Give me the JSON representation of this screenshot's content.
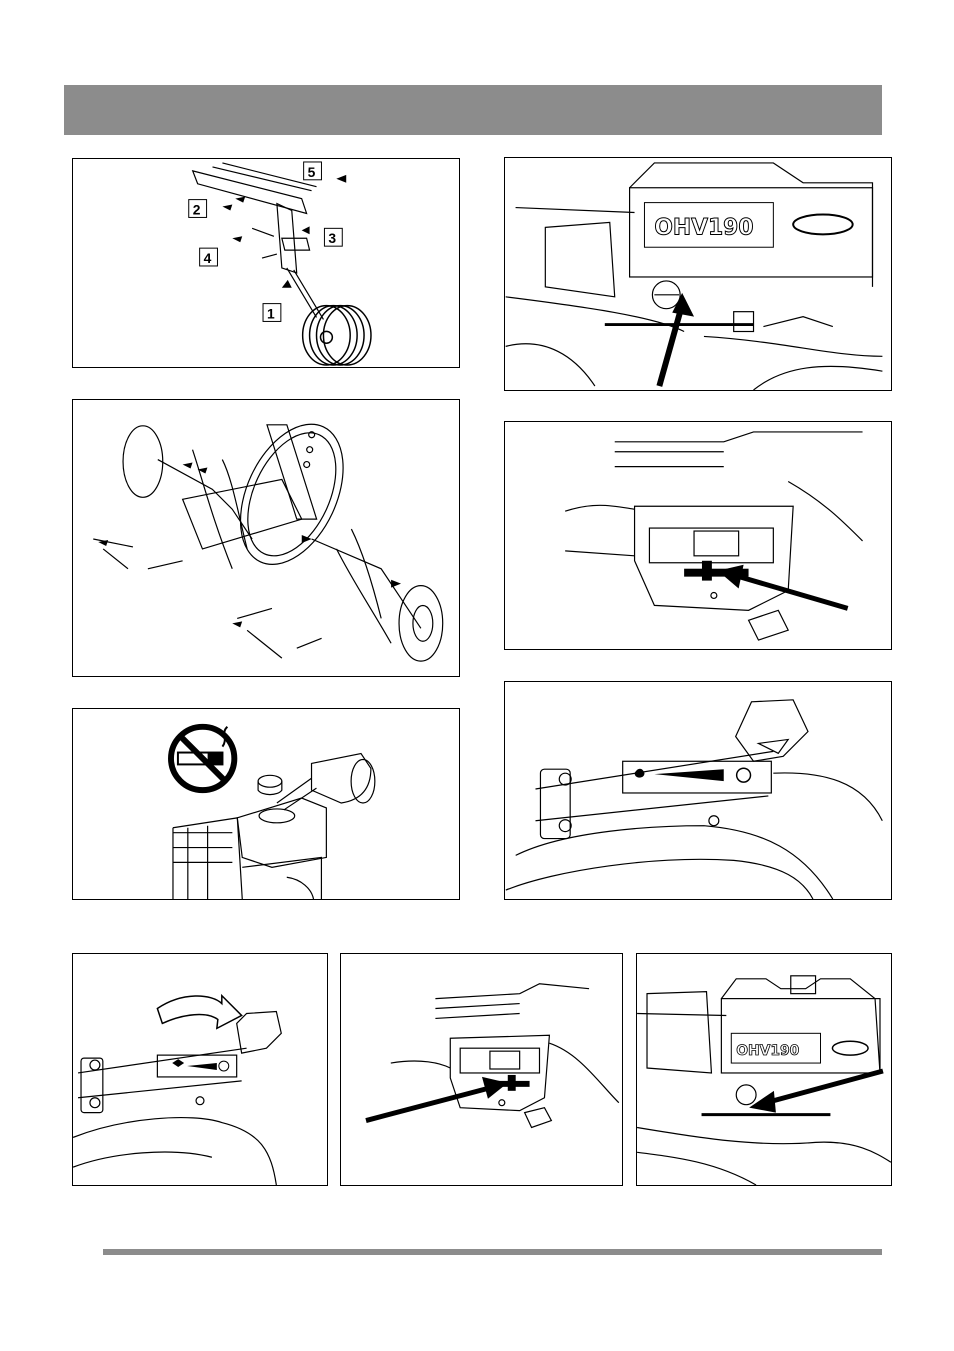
{
  "page": {
    "header_color": "#8c8c8c",
    "rule_color": "#8c8c8c"
  },
  "figures": {
    "wheel_assembly": {
      "callouts": [
        "1",
        "2",
        "3",
        "4",
        "5"
      ]
    },
    "engine_top": {
      "engine_label": "OHV190"
    },
    "engine_bottom": {
      "engine_label": "OHV190"
    }
  },
  "icons": {
    "no_smoking": "no-smoking-icon",
    "arrow": "arrow-icon",
    "rotate_arrow": "curved-arrow-icon"
  }
}
